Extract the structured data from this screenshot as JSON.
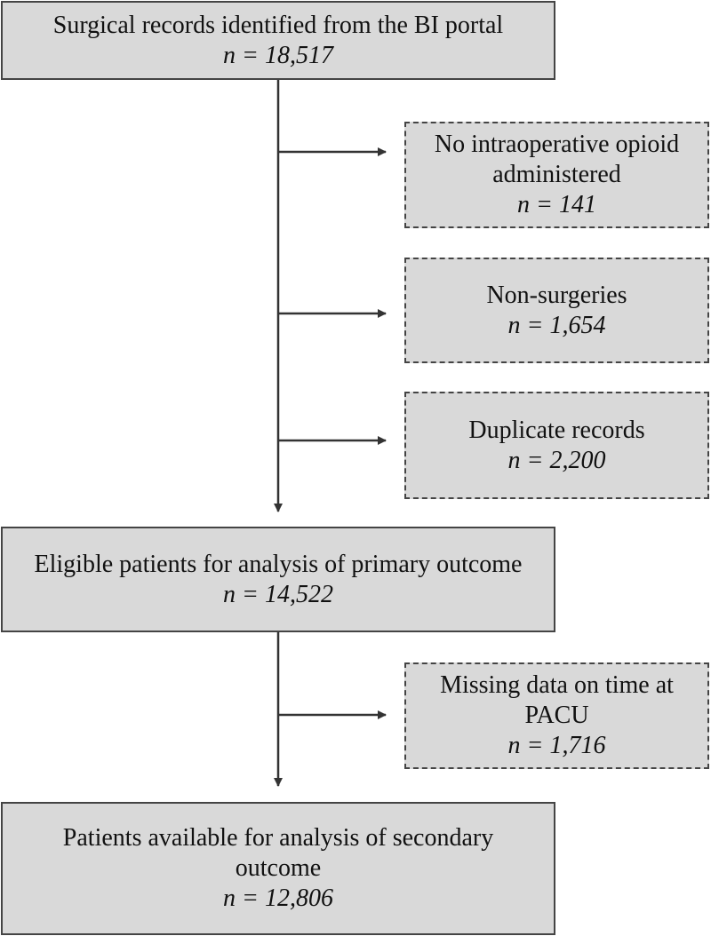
{
  "flowchart": {
    "main": [
      {
        "text": "Surgical records identified from the BI portal",
        "n": "n = 18,517"
      },
      {
        "text": "Eligible patients for analysis of primary outcome",
        "n": "n = 14,522"
      },
      {
        "text": "Patients available for analysis of secondary outcome",
        "n": "n = 12,806"
      }
    ],
    "exclusions": [
      {
        "text": "No intraoperative opioid administered",
        "n": "n = 141"
      },
      {
        "text": "Non-surgeries",
        "n": "n = 1,654"
      },
      {
        "text": "Duplicate records",
        "n": "n = 2,200"
      },
      {
        "text": "Missing data on time at PACU",
        "n": "n = 1,716"
      }
    ]
  }
}
